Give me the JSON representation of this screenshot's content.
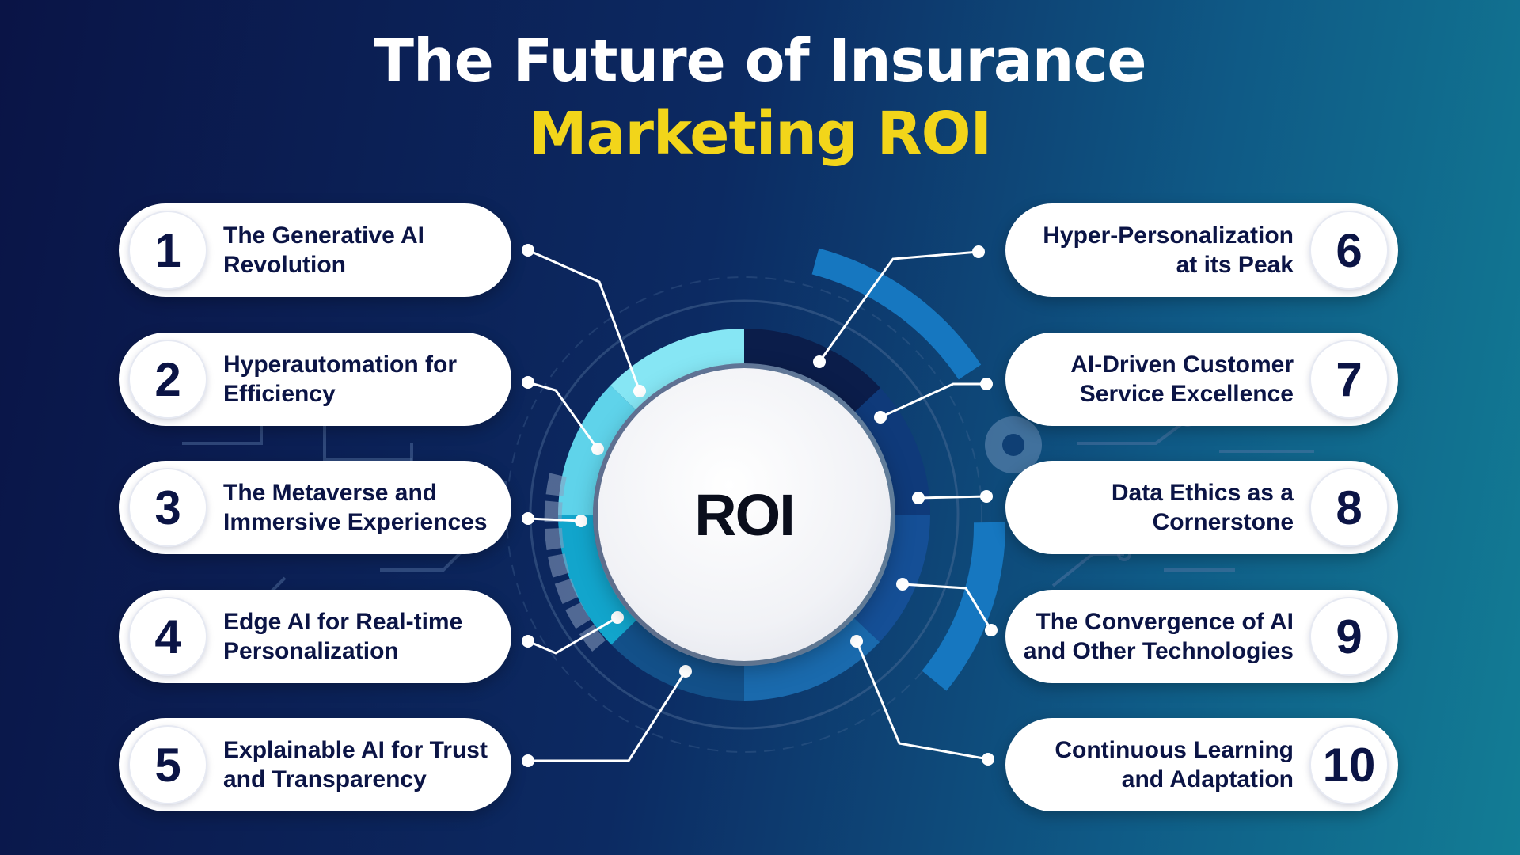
{
  "title": {
    "line1": "The Future of Insurance",
    "line2": "Marketing ROI"
  },
  "hub": {
    "label": "ROI"
  },
  "items": [
    {
      "number": "1",
      "line1": "The Generative AI",
      "line2": "Revolution"
    },
    {
      "number": "2",
      "line1": "Hyperautomation for",
      "line2": "Efficiency"
    },
    {
      "number": "3",
      "line1": "The Metaverse and",
      "line2": "Immersive Experiences"
    },
    {
      "number": "4",
      "line1": "Edge AI for Real-time",
      "line2": "Personalization"
    },
    {
      "number": "5",
      "line1": "Explainable AI for Trust",
      "line2": "and Transparency"
    },
    {
      "number": "6",
      "line1": "Hyper-Personalization",
      "line2": "at its Peak"
    },
    {
      "number": "7",
      "line1": "AI-Driven Customer",
      "line2": "Service Excellence"
    },
    {
      "number": "8",
      "line1": "Data Ethics as a",
      "line2": "Cornerstone"
    },
    {
      "number": "9",
      "line1": "The Convergence of AI",
      "line2": "and Other Technologies"
    },
    {
      "number": "10",
      "line1": "Continuous Learning",
      "line2": "and Adaptation"
    }
  ],
  "colors": {
    "title": "#ffffff",
    "title_accent": "#f2d51a",
    "card_text": "#0b1445",
    "connector": "#ffffff",
    "ring_light": "#7fe3f2",
    "ring_cyan": "#13b9d8",
    "ring_blue": "#1677c0",
    "ring_navy": "#0d2b6a"
  }
}
